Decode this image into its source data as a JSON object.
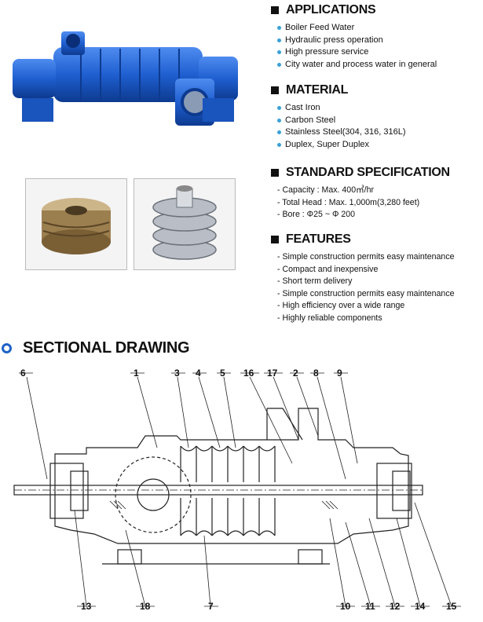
{
  "applications": {
    "title": "APPLICATIONS",
    "items": [
      "Boiler Feed Water",
      "Hydraulic press operation",
      "High pressure service",
      "City water and process water in general"
    ]
  },
  "material": {
    "title": "MATERIAL",
    "items": [
      "Cast Iron",
      "Carbon Steel",
      "Stainless Steel(304, 316, 316L)",
      "Duplex, Super Duplex"
    ]
  },
  "spec": {
    "title": "STANDARD SPECIFICATION",
    "items": [
      "- Capacity : Max. 400㎥/hr",
      "- Total Head : Max. 1,000m(3,280 feet)",
      "- Bore : Φ25 ~ Φ 200"
    ]
  },
  "features": {
    "title": "FEATURES",
    "items": [
      "- Simple construction permits easy maintenance",
      "- Compact and inexpensive",
      "- Short term delivery",
      "- Simple construction permits easy maintenance",
      "- High efficiency over a wide range",
      "- Highly reliable components"
    ]
  },
  "sectional": {
    "title": "SECTIONAL DRAWING",
    "top_labels": [
      "6",
      "1",
      "3",
      "4",
      "5",
      "16",
      "17",
      "2",
      "8",
      "9"
    ],
    "bottom_labels": [
      "13",
      "18",
      "7",
      "10",
      "11",
      "12",
      "14",
      "15"
    ]
  },
  "colors": {
    "accent_blue": "#1e63c7",
    "bullet": "#3aa0d8",
    "pump_blue": "#1f5fd0"
  }
}
